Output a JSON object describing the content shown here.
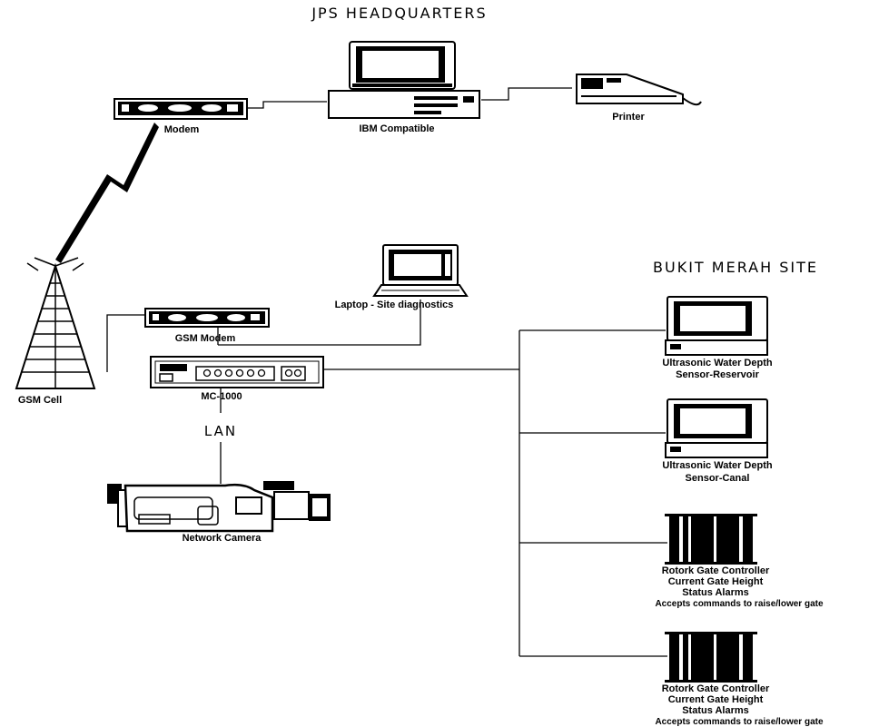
{
  "headquarters": {
    "title": "JPS HEADQUARTERS",
    "modem_label": "Modem",
    "pc_label": "IBM Compatible",
    "printer_label": "Printer"
  },
  "site": {
    "title": "BUKIT MERAH SITE",
    "gsm_cell_label": "GSM Cell",
    "gsm_modem_label": "GSM Modem",
    "mc_label": "MC-1000",
    "lan_label": "LAN",
    "laptop_label": "Laptop - Site diagnostics",
    "camera_label": "Network Camera",
    "sensors": [
      {
        "line1": "Ultrasonic Water Depth",
        "line2": "Sensor-Reservoir"
      },
      {
        "line1": "Ultrasonic Water Depth",
        "line2": "Sensor-Canal"
      }
    ],
    "controllers": [
      {
        "line1": "Rotork Gate Controller",
        "line2": "Current Gate Height",
        "line3": "Status Alarms",
        "line4": "Accepts commands to raise/lower gate"
      },
      {
        "line1": "Rotork Gate Controller",
        "line2": "Current Gate Height",
        "line3": "Status Alarms",
        "line4": "Accepts commands to raise/lower gate"
      }
    ]
  }
}
